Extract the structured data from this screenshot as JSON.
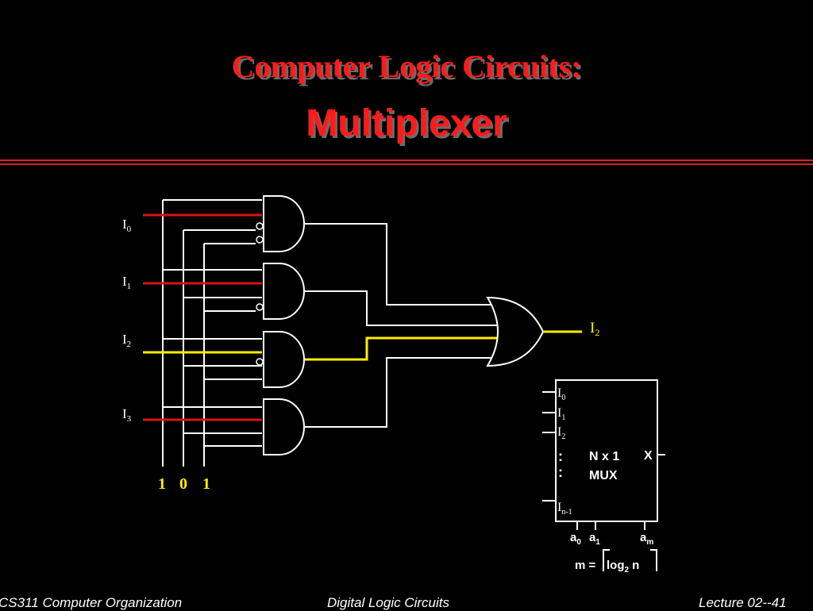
{
  "slide": {
    "title_line1": "Computer Logic Circuits:",
    "title_line2": "Multiplexer"
  },
  "circuit": {
    "inputs": [
      {
        "main": "I",
        "sub": "0"
      },
      {
        "main": "I",
        "sub": "1"
      },
      {
        "main": "I",
        "sub": "2"
      },
      {
        "main": "I",
        "sub": "3"
      }
    ],
    "output": {
      "main": "I",
      "sub": "2"
    },
    "select_values": [
      "1",
      "0",
      "1"
    ]
  },
  "mux_block": {
    "inputs": [
      {
        "main": "I",
        "sub": "0"
      },
      {
        "main": "I",
        "sub": "1"
      },
      {
        "main": "I",
        "sub": "2"
      },
      {
        "main": "I",
        "sub": "n-1"
      }
    ],
    "ellipsis": ":",
    "label_line1": "N x 1",
    "label_line2": "MUX",
    "output": "X",
    "selects": [
      {
        "main": "a",
        "sub": "0"
      },
      {
        "main": "a",
        "sub": "1"
      },
      {
        "main": "a",
        "sub": "m"
      }
    ],
    "formula": {
      "left": "m =",
      "fn": "log",
      "sub": "2",
      "arg": "n"
    }
  },
  "footer": {
    "left": "CS311 Computer Organization",
    "center": "Digital  Logic Circuits",
    "right": "Lecture 02--41"
  },
  "colors": {
    "title": "#ff1a1a",
    "active_input": "#dd1111",
    "selected_path": "#ffee00",
    "wire": "#ffffff",
    "background": "#000000"
  }
}
